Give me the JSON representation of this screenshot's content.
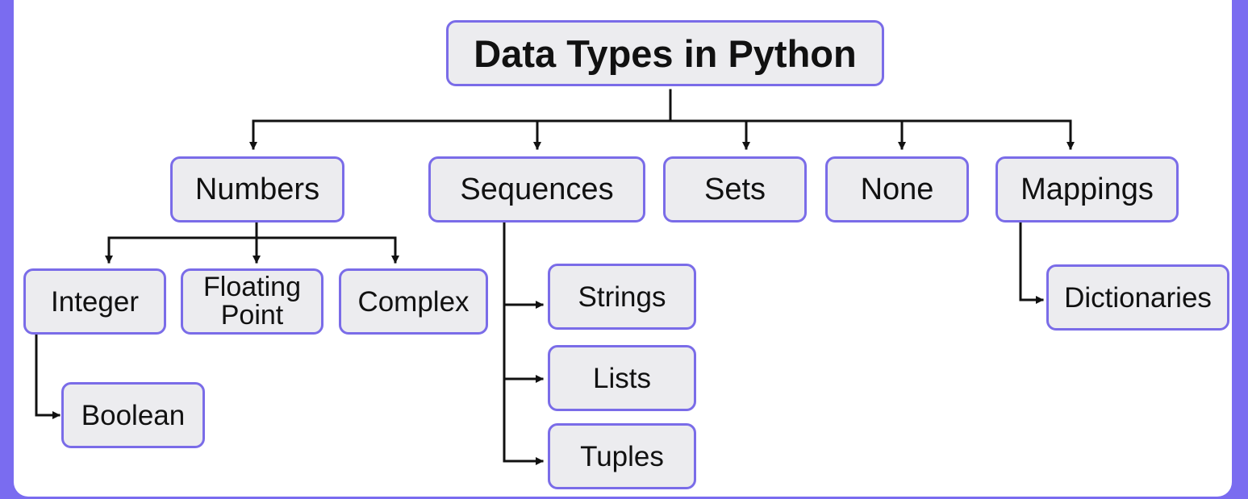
{
  "diagram": {
    "root": {
      "label": "Data Types in Python"
    },
    "categories": {
      "numbers": "Numbers",
      "sequences": "Sequences",
      "sets": "Sets",
      "none": "None",
      "mappings": "Mappings"
    },
    "numbers_children": {
      "integer": "Integer",
      "floating_point_line1": "Floating",
      "floating_point_line2": "Point",
      "complex": "Complex",
      "boolean": "Boolean"
    },
    "sequences_children": {
      "strings": "Strings",
      "lists": "Lists",
      "tuples": "Tuples"
    },
    "mappings_children": {
      "dictionaries": "Dictionaries"
    }
  },
  "colors": {
    "page_background": "#7A6CF0",
    "node_fill": "#ECECEF",
    "node_border": "#7A6CE8",
    "connector": "#111111",
    "cropped_title_mark": "#E53946"
  }
}
